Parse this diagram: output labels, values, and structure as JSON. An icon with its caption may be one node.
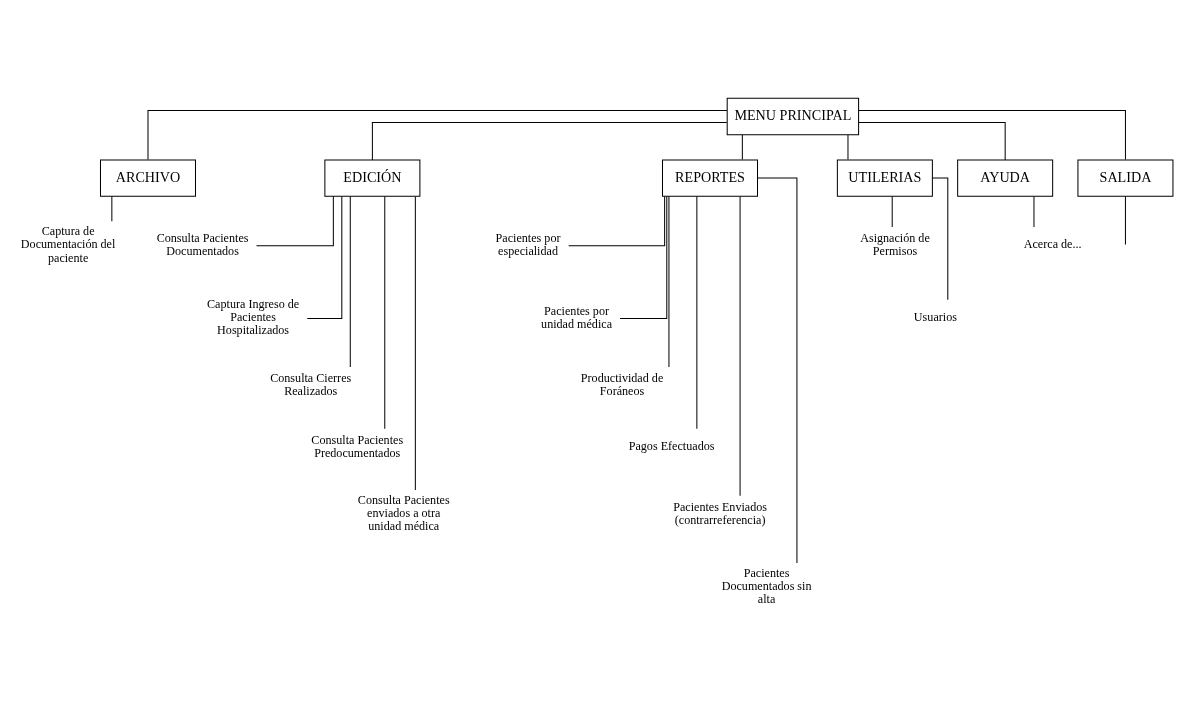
{
  "diagram": {
    "nodes": [
      {
        "text": [
          "MENU PRINCIPAL"
        ]
      },
      {
        "text": [
          "ARCHIVO"
        ]
      },
      {
        "text": [
          "EDICIÓN"
        ]
      },
      {
        "text": [
          "REPORTES"
        ]
      },
      {
        "text": [
          "UTILERIAS"
        ]
      },
      {
        "text": [
          "AYUDA"
        ]
      },
      {
        "text": [
          "SALIDA"
        ]
      },
      {
        "text": [
          "Captura de Documentación del paciente"
        ]
      },
      {
        "text": [
          "Consulta Pacientes Documentados"
        ]
      },
      {
        "text": [
          "Captura Ingreso de Pacientes Hospitalizados"
        ]
      },
      {
        "text": [
          "Consulta Cierres Realizados"
        ]
      },
      {
        "text": [
          "Consulta Pacientes Predocumentados"
        ]
      },
      {
        "text": [
          "Consulta Pacientes enviados a otra unidad médica"
        ]
      },
      {
        "text": [
          "Pacientes por especialidad"
        ]
      },
      {
        "text": [
          "Pacientes por unidad médica"
        ]
      },
      {
        "text": [
          "Productividad de Foráneos"
        ]
      },
      {
        "text": [
          "Pagos Efectuados"
        ]
      },
      {
        "text": [
          "Pacientes Enviados (contrarreferencia)"
        ]
      },
      {
        "text": [
          "Pacientes Documentados sin alta"
        ]
      },
      {
        "text": [
          "Asignación de Permisos"
        ]
      },
      {
        "text": [
          "Usuarios"
        ]
      },
      {
        "text": [
          "Acerca de..."
        ]
      }
    ],
    "edges": [
      {
        "from": 0,
        "to": 1,
        "arrow": "none"
      },
      {
        "from": 0,
        "to": 2,
        "arrow": "none"
      },
      {
        "from": 0,
        "to": 3,
        "arrow": "none"
      },
      {
        "from": 0,
        "to": 4,
        "arrow": "none"
      },
      {
        "from": 0,
        "to": 5,
        "arrow": "none"
      },
      {
        "from": 0,
        "to": 6,
        "arrow": "none"
      },
      {
        "from": 1,
        "to": 7,
        "arrow": "none"
      },
      {
        "from": 2,
        "to": 8,
        "arrow": "none"
      },
      {
        "from": 2,
        "to": 9,
        "arrow": "none"
      },
      {
        "from": 2,
        "to": 10,
        "arrow": "none"
      },
      {
        "from": 2,
        "to": 11,
        "arrow": "none"
      },
      {
        "from": 2,
        "to": 12,
        "arrow": "none"
      },
      {
        "from": 3,
        "to": 13,
        "arrow": "none"
      },
      {
        "from": 3,
        "to": 14,
        "arrow": "none"
      },
      {
        "from": 3,
        "to": 15,
        "arrow": "none"
      },
      {
        "from": 3,
        "to": 16,
        "arrow": "none"
      },
      {
        "from": 3,
        "to": 17,
        "arrow": "none"
      },
      {
        "from": 3,
        "to": 18,
        "arrow": "none"
      },
      {
        "from": 4,
        "to": 19,
        "arrow": "none"
      },
      {
        "from": 4,
        "to": 20,
        "arrow": "none"
      },
      {
        "from": 5,
        "to": 21,
        "arrow": "none"
      },
      {
        "from": 6,
        "to": null,
        "arrow": "none"
      }
    ]
  }
}
